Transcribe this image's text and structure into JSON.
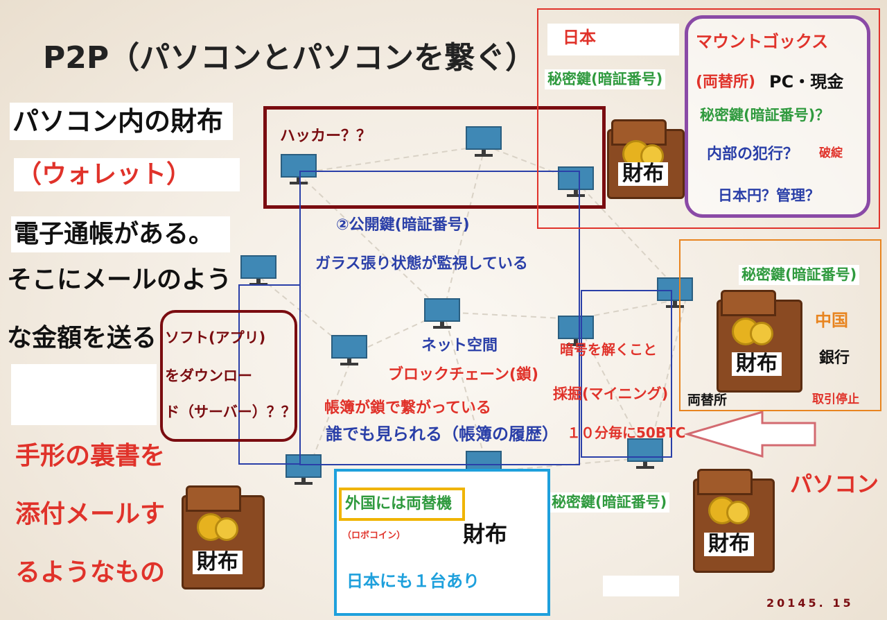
{
  "title": "P2P（パソコンとパソコンを繋ぐ）",
  "left_text": {
    "line1": "パソコン内の財布",
    "line2": "（ウォレット）",
    "line3": "電子通帳がある。",
    "line4": "そこにメールのよう",
    "line5": "な金額を送る",
    "attach1": "手形の裏書を",
    "attach2": "添付メールす",
    "attach3": "るようなもの"
  },
  "hacker": "ハッカー？？",
  "software": {
    "line1": "ソフト(アプリ)",
    "line2": "をダウンロー",
    "line3": "ド（サーバー）？？"
  },
  "network": {
    "public_key": "②公開鍵(暗証番号)",
    "glass": "ガラス張り状態が監視している",
    "net_space": "ネット空間",
    "blockchain": "ブロックチェーン(鎖)",
    "ledger_chain": "帳簿が鎖で繋がっている",
    "anyone": "誰でも見られる（帳簿の履歴）"
  },
  "mining": {
    "decode": "暗号を解くこと",
    "mining": "採掘(マイニング)",
    "reward": "１０分毎に50BTC"
  },
  "japan": {
    "label": "日本",
    "secret_key": "秘密鍵(暗証番号)"
  },
  "mtgox": {
    "name": "マウントゴックス",
    "exchange": "(両替所)",
    "pc_cash": "PC・現金",
    "secret_key": "秘密鍵(暗証番号)？",
    "inside_crime": "内部の犯行？",
    "bankrupt": "破綻",
    "yen": "日本円？管理？"
  },
  "china": {
    "secret_key": "秘密鍵(暗証番号)",
    "label": "中国",
    "bank": "銀行",
    "exchange": "両替所",
    "suspended": "取引停止"
  },
  "atm": {
    "foreign": "外国には両替機",
    "robocoin": "（ロボコイン）",
    "japan_one": "日本にも１台あり"
  },
  "wallet_label": "財布",
  "bottom_secret_key": "秘密鍵(暗証番号)",
  "pc_label": "パソコン",
  "date": "20145. 15",
  "colors": {
    "red": "#e0322a",
    "dark_red": "#7a0c10",
    "green": "#2f9a3e",
    "blue": "#2a3fa8",
    "purple": "#8a4aa6",
    "orange": "#e8841f",
    "cyan": "#1ea0dc",
    "gold": "#f0b400"
  }
}
